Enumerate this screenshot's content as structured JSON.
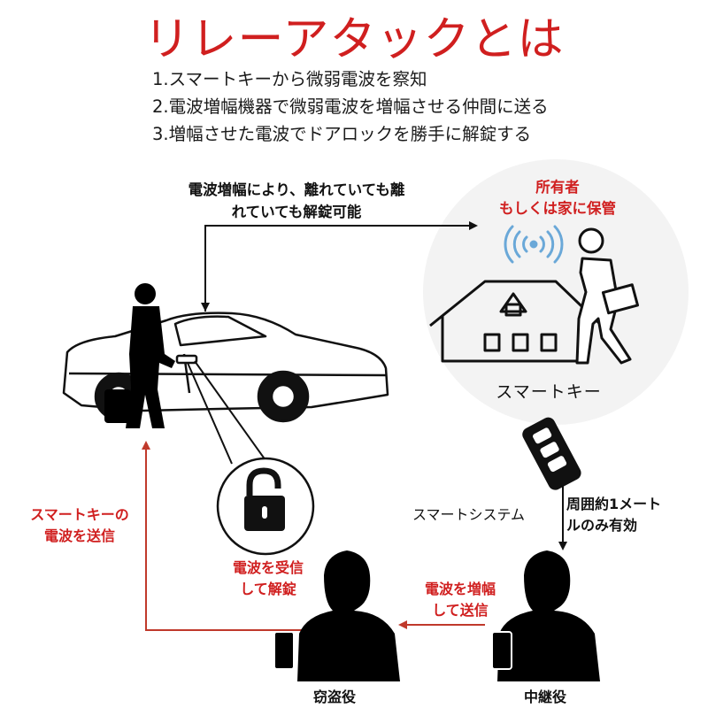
{
  "title": "リレーアタックとは",
  "steps": [
    "1.スマートキーから微弱電波を察知",
    "2.電波増幅機器で微弱電波を増幅させる仲間に送る",
    "3.増幅させた電波でドアロックを勝手に解錠する"
  ],
  "labels": {
    "remote_unlock": [
      "電波増幅により、離れていても離",
      "れていても解錠可能"
    ],
    "owner": [
      "所有者",
      "もしくは家に保管"
    ],
    "smart_key": "スマートキー",
    "range": [
      "周囲約1メート",
      "ルのみ有効"
    ],
    "smart_system": "スマートシステム",
    "send_key_signal": [
      "スマートキーの",
      "電波を送信"
    ],
    "receive_unlock": [
      "電波を受信",
      "して解錠"
    ],
    "amplify_send": [
      "電波を増幅",
      "して送信"
    ],
    "thief_role": "窃盗役",
    "relay_role": "中継役"
  },
  "colors": {
    "accent_red": "#d01f1f",
    "text": "#111111",
    "silhouette": "#000000",
    "signal_blue": "#6aa8d8",
    "circle_bg": "#f3f3f3"
  },
  "icons": [
    "car-illustration",
    "driver-silhouette",
    "house-icon",
    "walking-man-silhouette",
    "signal-waves-icon",
    "key-fob-icon",
    "unlocked-padlock-icon",
    "thief-silhouette",
    "relay-silhouette"
  ]
}
